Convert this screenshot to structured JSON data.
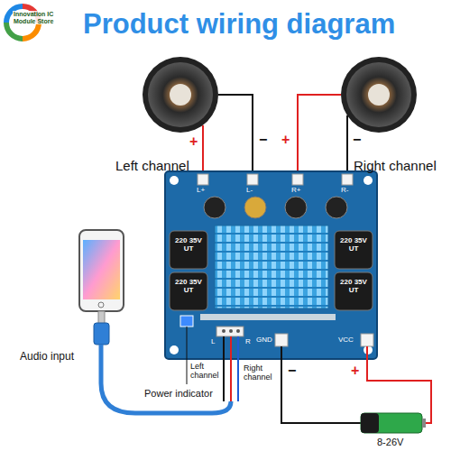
{
  "diagram": {
    "title": "Product wiring diagram",
    "labels": [
      "Innovation IC Module Store",
      "Left channel",
      "Right channel",
      "+",
      "−",
      "+",
      "−",
      "L+",
      "L-",
      "R+",
      "R-",
      "220 35V UT",
      "220 35V UT",
      "220 35V UT",
      "220 35V UT",
      "L",
      "R",
      "GND",
      "VCC",
      "Audio input",
      "Left channel",
      "Right channel",
      "Power indicator",
      "−",
      "+",
      "8-26V"
    ]
  }
}
